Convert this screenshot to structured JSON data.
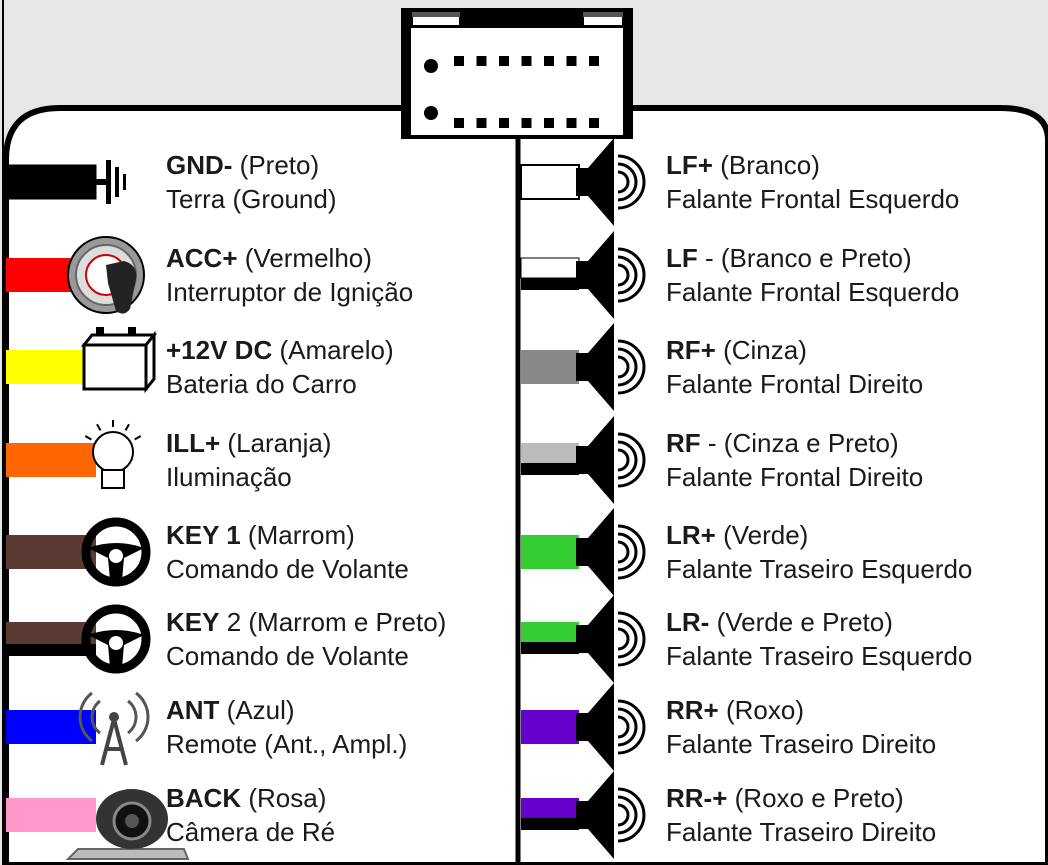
{
  "left_entries": [
    {
      "code": "GND-",
      "color_name": "(Preto)",
      "description": "Terra (Ground)",
      "wire_colors": [
        "#000000"
      ],
      "icon": "ground-icon"
    },
    {
      "code": "ACC+",
      "color_name": "(Vermelho)",
      "description": "Interruptor de Ignição",
      "wire_colors": [
        "#ff0000"
      ],
      "icon": "ignition-key-icon"
    },
    {
      "code": "+12V DC",
      "color_name": "(Amarelo)",
      "description": "Bateria do Carro",
      "wire_colors": [
        "#ffff00"
      ],
      "icon": "car-battery-icon"
    },
    {
      "code": "ILL+",
      "color_name": "(Laranja)",
      "description": "Iluminação",
      "wire_colors": [
        "#ff6600"
      ],
      "icon": "light-bulb-icon"
    },
    {
      "code": "KEY 1",
      "color_name": "(Marrom)",
      "description": "Comando de Volante",
      "wire_colors": [
        "#5a3a32"
      ],
      "icon": "steering-wheel-icon"
    },
    {
      "code": "KEY",
      "color_name": "2 (Marrom e Preto)",
      "description": "Comando de Volante",
      "wire_colors": [
        "#5a3a32",
        "#000000"
      ],
      "icon": "steering-wheel-icon"
    },
    {
      "code": "ANT",
      "color_name": "(Azul)",
      "description": "Remote (Ant., Ampl.)",
      "wire_colors": [
        "#0000ff"
      ],
      "icon": "antenna-tower-icon"
    },
    {
      "code": "BACK",
      "color_name": "(Rosa)",
      "description": "Câmera de Ré",
      "wire_colors": [
        "#ff99cc"
      ],
      "icon": "rear-camera-icon"
    }
  ],
  "right_entries": [
    {
      "code": "LF+",
      "color_name": "(Branco)",
      "description": "Falante Frontal Esquerdo",
      "wire_colors": [
        "#ffffff"
      ],
      "icon": "speaker-icon"
    },
    {
      "code": "LF",
      "color_name": "- (Branco e Preto)",
      "description": "Falante Frontal Esquerdo",
      "wire_colors": [
        "#ffffff",
        "#000000"
      ],
      "icon": "speaker-icon"
    },
    {
      "code": "RF+",
      "color_name": "(Cinza)",
      "description": "Falante Frontal Direito",
      "wire_colors": [
        "#888888"
      ],
      "icon": "speaker-icon"
    },
    {
      "code": "RF",
      "color_name": "- (Cinza e Preto)",
      "description": "Falante Frontal Direito",
      "wire_colors": [
        "#bbbbbb",
        "#000000"
      ],
      "icon": "speaker-icon"
    },
    {
      "code": "LR+",
      "color_name": "(Verde)",
      "description": "Falante Traseiro Esquerdo",
      "wire_colors": [
        "#33cc33"
      ],
      "icon": "speaker-icon"
    },
    {
      "code": "LR-",
      "color_name": "(Verde e Preto)",
      "description": "Falante Traseiro Esquerdo",
      "wire_colors": [
        "#33cc33",
        "#000000"
      ],
      "icon": "speaker-icon"
    },
    {
      "code": "RR+",
      "color_name": "(Roxo)",
      "description": "Falante Traseiro Direito",
      "wire_colors": [
        "#6600cc"
      ],
      "icon": "speaker-icon"
    },
    {
      "code": "RR-+",
      "color_name": "(Roxo e Preto)",
      "description": "Falante Traseiro Direito",
      "wire_colors": [
        "#6600cc",
        "#000000"
      ],
      "icon": "speaker-icon"
    }
  ],
  "colors": {
    "background_top": "#e6e6e6",
    "panel": "#ffffff",
    "outline": "#000000"
  }
}
